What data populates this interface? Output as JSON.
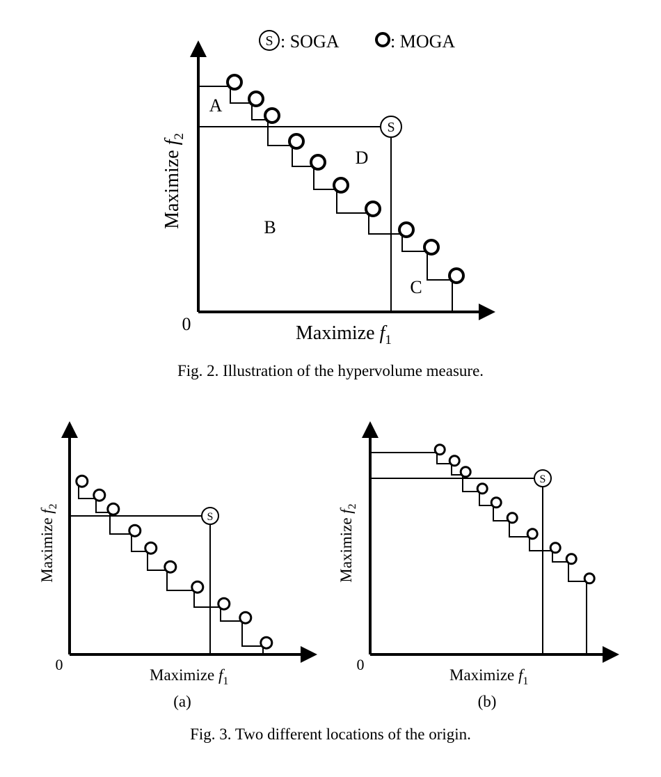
{
  "figure2": {
    "legend": {
      "soga_symbol": "S",
      "soga_label": ": SOGA",
      "moga_label": ": MOGA"
    },
    "origin_label": "0",
    "x_axis_label": "Maximize",
    "y_axis_label": "Maximize",
    "x_var": "f",
    "x_sub": "1",
    "y_var": "f",
    "y_sub": "2",
    "region_labels": [
      "A",
      "B",
      "C",
      "D"
    ],
    "caption": "Fig. 2.  Illustration of the hypervolume measure."
  },
  "figure3": {
    "panel_a": {
      "origin_label": "0",
      "x_axis_label": "Maximize",
      "y_axis_label": "Maximize",
      "x_var": "f",
      "x_sub": "1",
      "y_var": "f",
      "y_sub": "2",
      "soga_symbol": "S",
      "sublabel": "(a)"
    },
    "panel_b": {
      "origin_label": "0",
      "x_axis_label": "Maximize",
      "y_axis_label": "Maximize",
      "x_var": "f",
      "x_sub": "1",
      "y_var": "f",
      "y_sub": "2",
      "soga_symbol": "S",
      "sublabel": "(b)"
    },
    "caption": "Fig. 3. Two different locations of the origin."
  }
}
